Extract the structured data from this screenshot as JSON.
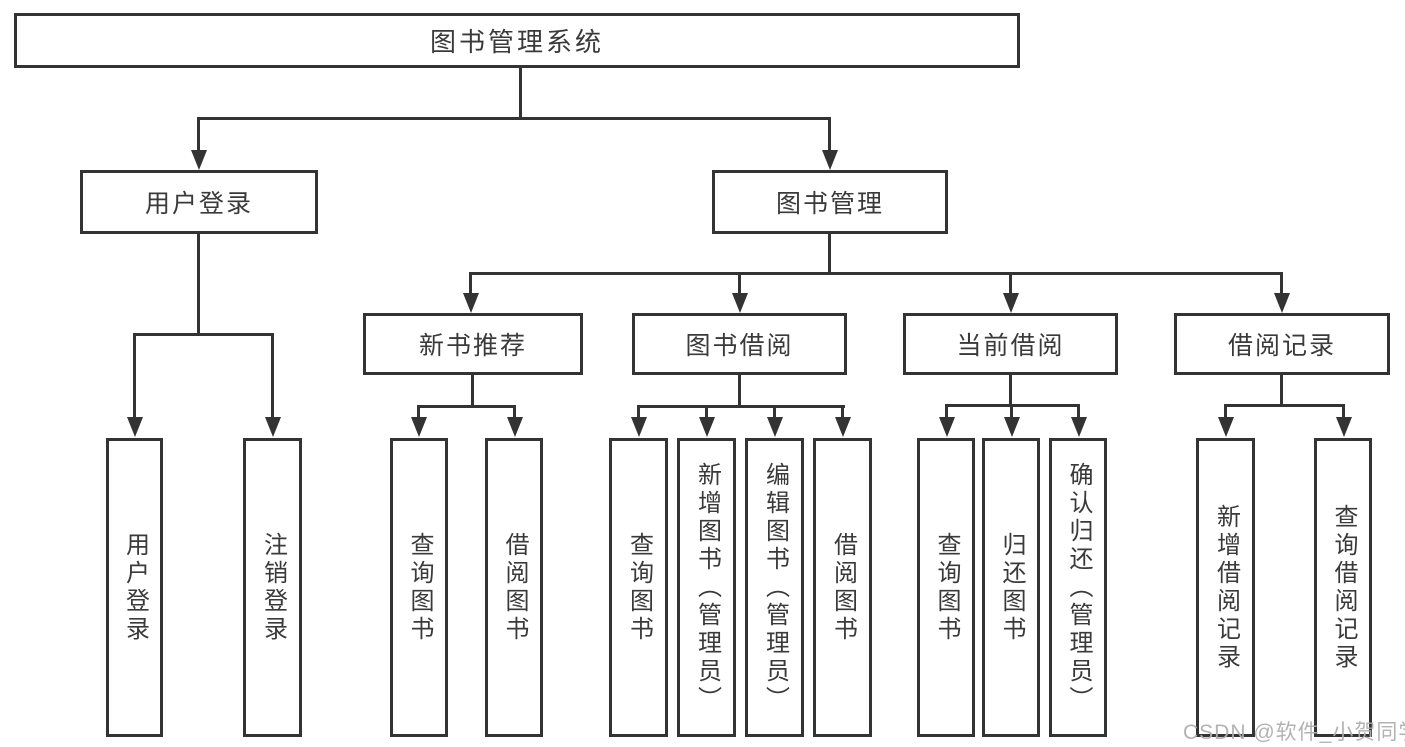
{
  "page": {
    "background": "#ffffff",
    "line_color": "#333333",
    "text_color": "#3a3a3a"
  },
  "watermark": {
    "text": "CSDN @软件_小贺同学",
    "color": "#afafaf"
  },
  "diagram": {
    "root": {
      "label": "图书管理系统"
    },
    "level2": [
      {
        "label": "用户登录"
      },
      {
        "label": "图书管理"
      }
    ],
    "level3": [
      {
        "label": "新书推荐",
        "parent": "图书管理"
      },
      {
        "label": "图书借阅",
        "parent": "图书管理"
      },
      {
        "label": "当前借阅",
        "parent": "图书管理"
      },
      {
        "label": "借阅记录",
        "parent": "图书管理"
      }
    ],
    "leaves": [
      {
        "label": "用户登录",
        "parent": "用户登录"
      },
      {
        "label": "注销登录",
        "parent": "用户登录"
      },
      {
        "label": "查询图书",
        "parent": "新书推荐"
      },
      {
        "label": "借阅图书",
        "parent": "新书推荐"
      },
      {
        "label": "查询图书",
        "parent": "图书借阅"
      },
      {
        "label": "新增图书（管理员）",
        "parent": "图书借阅"
      },
      {
        "label": "编辑图书（管理员）",
        "parent": "图书借阅"
      },
      {
        "label": "借阅图书",
        "parent": "图书借阅"
      },
      {
        "label": "查询图书",
        "parent": "当前借阅"
      },
      {
        "label": "归还图书",
        "parent": "当前借阅"
      },
      {
        "label": "确认归还（管理员）",
        "parent": "当前借阅"
      },
      {
        "label": "新增借阅记录",
        "parent": "借阅记录"
      },
      {
        "label": "查询借阅记录",
        "parent": "借阅记录"
      }
    ]
  }
}
